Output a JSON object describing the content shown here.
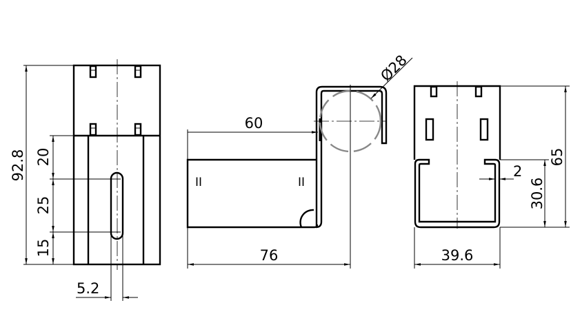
{
  "drawing": {
    "front_view": {
      "overall_height": "92.8",
      "dim_top": "20",
      "dim_slot": "25",
      "dim_bottom": "15",
      "slot_width": "5.2"
    },
    "side_view": {
      "depth": "60",
      "total_width": "76",
      "diameter": "Ø28",
      "marks": "II"
    },
    "end_view": {
      "height": "65",
      "channel_height": "30.6",
      "thickness": "2",
      "width": "39.6"
    }
  }
}
